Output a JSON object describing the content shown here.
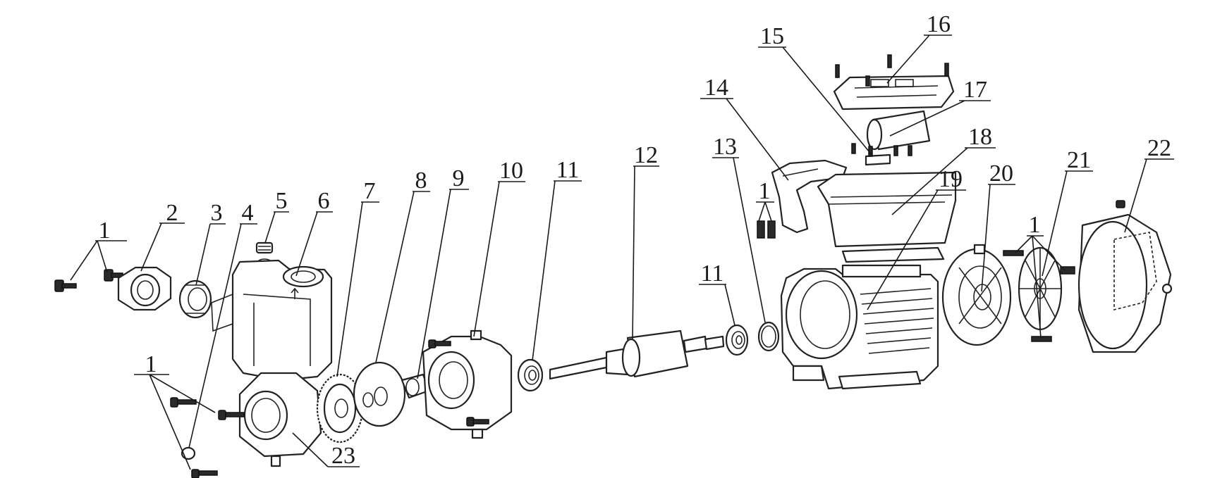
{
  "diagram": {
    "callouts": [
      {
        "id": "c1a",
        "label": "1"
      },
      {
        "id": "c2",
        "label": "2"
      },
      {
        "id": "c3",
        "label": "3"
      },
      {
        "id": "c4",
        "label": "4"
      },
      {
        "id": "c5",
        "label": "5"
      },
      {
        "id": "c6",
        "label": "6"
      },
      {
        "id": "c7",
        "label": "7"
      },
      {
        "id": "c8",
        "label": "8"
      },
      {
        "id": "c9",
        "label": "9"
      },
      {
        "id": "c10",
        "label": "10"
      },
      {
        "id": "c11a",
        "label": "11"
      },
      {
        "id": "c12",
        "label": "12"
      },
      {
        "id": "c11b",
        "label": "11"
      },
      {
        "id": "c13",
        "label": "13"
      },
      {
        "id": "c14",
        "label": "14"
      },
      {
        "id": "c1b",
        "label": "1"
      },
      {
        "id": "c15",
        "label": "15"
      },
      {
        "id": "c16",
        "label": "16"
      },
      {
        "id": "c17",
        "label": "17"
      },
      {
        "id": "c18",
        "label": "18"
      },
      {
        "id": "c19",
        "label": "19"
      },
      {
        "id": "c20",
        "label": "20"
      },
      {
        "id": "c1c",
        "label": "1"
      },
      {
        "id": "c21",
        "label": "21"
      },
      {
        "id": "c22",
        "label": "22"
      },
      {
        "id": "c1d",
        "label": "1"
      },
      {
        "id": "c23",
        "label": "23"
      }
    ]
  }
}
